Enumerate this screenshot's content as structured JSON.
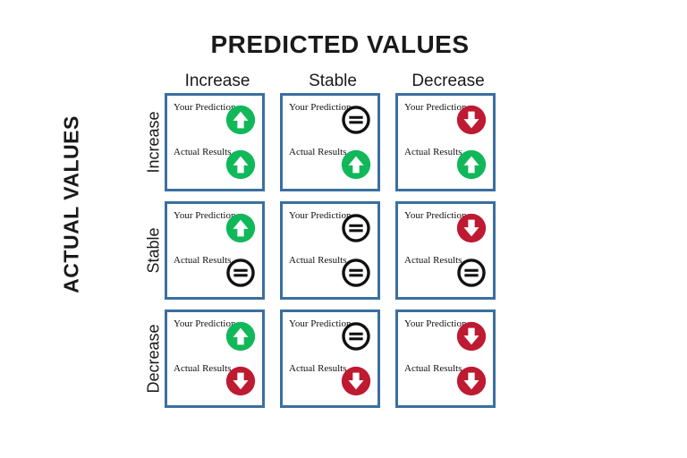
{
  "title": "PREDICTED VALUES",
  "axis": {
    "y_title": "ACTUAL VALUES",
    "columns": [
      "Increase",
      "Stable",
      "Decrease"
    ],
    "rows": [
      "Increase",
      "Stable",
      "Decrease"
    ]
  },
  "labels": {
    "prediction": "Your Prediction",
    "actual": "Actual Results"
  },
  "colors": {
    "green": "#10b85a",
    "red": "#be1a32",
    "black": "#111111",
    "border": "#3a6f9f",
    "text": "#1a1a1a"
  },
  "icon_names": {
    "up": "arrow-up-icon",
    "down": "arrow-down-icon",
    "stable": "equals-icon"
  },
  "chart_data": {
    "type": "table",
    "title": "PREDICTED VALUES",
    "xlabel": "PREDICTED VALUES",
    "ylabel": "ACTUAL VALUES",
    "categories": [
      "Increase",
      "Stable",
      "Decrease"
    ],
    "rows": [
      "Increase",
      "Stable",
      "Decrease"
    ],
    "cells": [
      {
        "row": "Increase",
        "col": "Increase",
        "prediction": "up",
        "actual": "up"
      },
      {
        "row": "Increase",
        "col": "Stable",
        "prediction": "stable",
        "actual": "up"
      },
      {
        "row": "Increase",
        "col": "Decrease",
        "prediction": "down",
        "actual": "up"
      },
      {
        "row": "Stable",
        "col": "Increase",
        "prediction": "up",
        "actual": "stable"
      },
      {
        "row": "Stable",
        "col": "Stable",
        "prediction": "stable",
        "actual": "stable"
      },
      {
        "row": "Stable",
        "col": "Decrease",
        "prediction": "down",
        "actual": "stable"
      },
      {
        "row": "Decrease",
        "col": "Increase",
        "prediction": "up",
        "actual": "down"
      },
      {
        "row": "Decrease",
        "col": "Stable",
        "prediction": "stable",
        "actual": "down"
      },
      {
        "row": "Decrease",
        "col": "Decrease",
        "prediction": "down",
        "actual": "down"
      }
    ]
  }
}
